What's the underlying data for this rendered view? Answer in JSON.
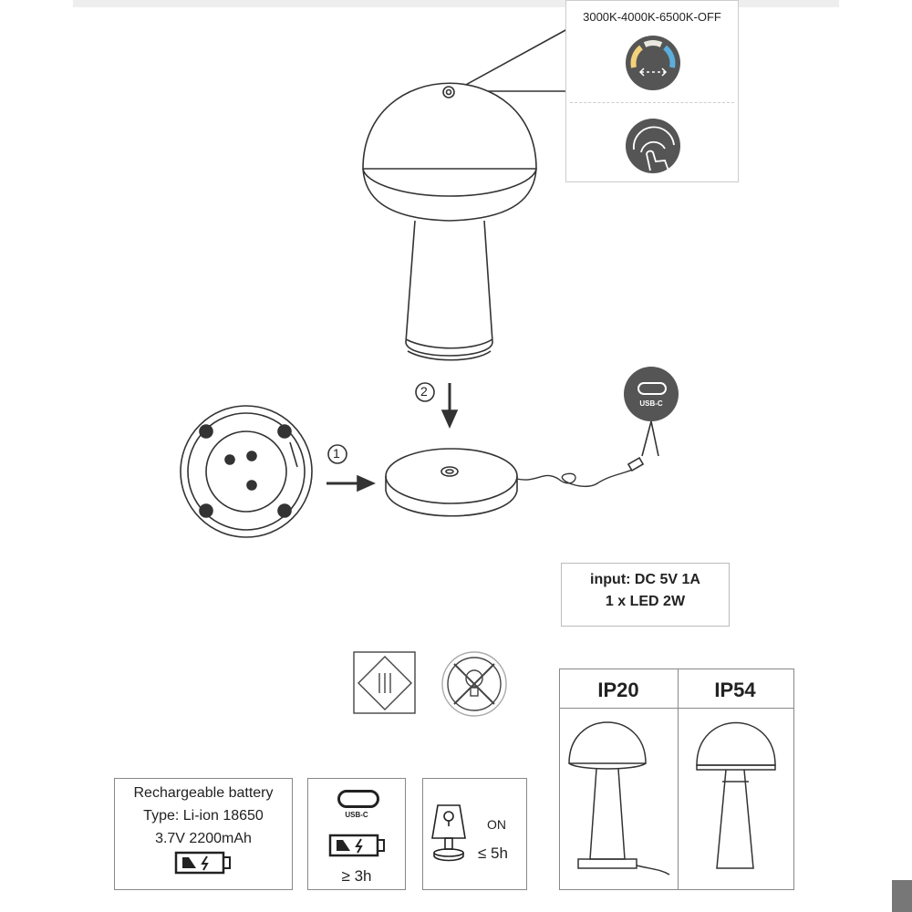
{
  "callout": {
    "color_temps": "3000K-4000K-6500K-OFF",
    "icons": [
      "color-temperature-cycle-icon",
      "touch-icon"
    ]
  },
  "steps": {
    "step1": "1",
    "step2": "2"
  },
  "usb_label": "USB-C",
  "specs": {
    "input": "input: DC 5V 1A",
    "led": "1 x LED 2W"
  },
  "battery": {
    "line1": "Rechargeable battery",
    "line2": "Type: Li-ion 18650",
    "line3": "3.7V 2200mAh"
  },
  "charging": {
    "usb_label": "USB-C",
    "time": "≥ 3h"
  },
  "runtime": {
    "state": "ON",
    "time": "≤ 5h"
  },
  "ip_ratings": {
    "left": "IP20",
    "right": "IP54"
  },
  "colors": {
    "icon_dark": "#555555",
    "warm": "#f2d17a",
    "cool": "#5aaedc"
  }
}
